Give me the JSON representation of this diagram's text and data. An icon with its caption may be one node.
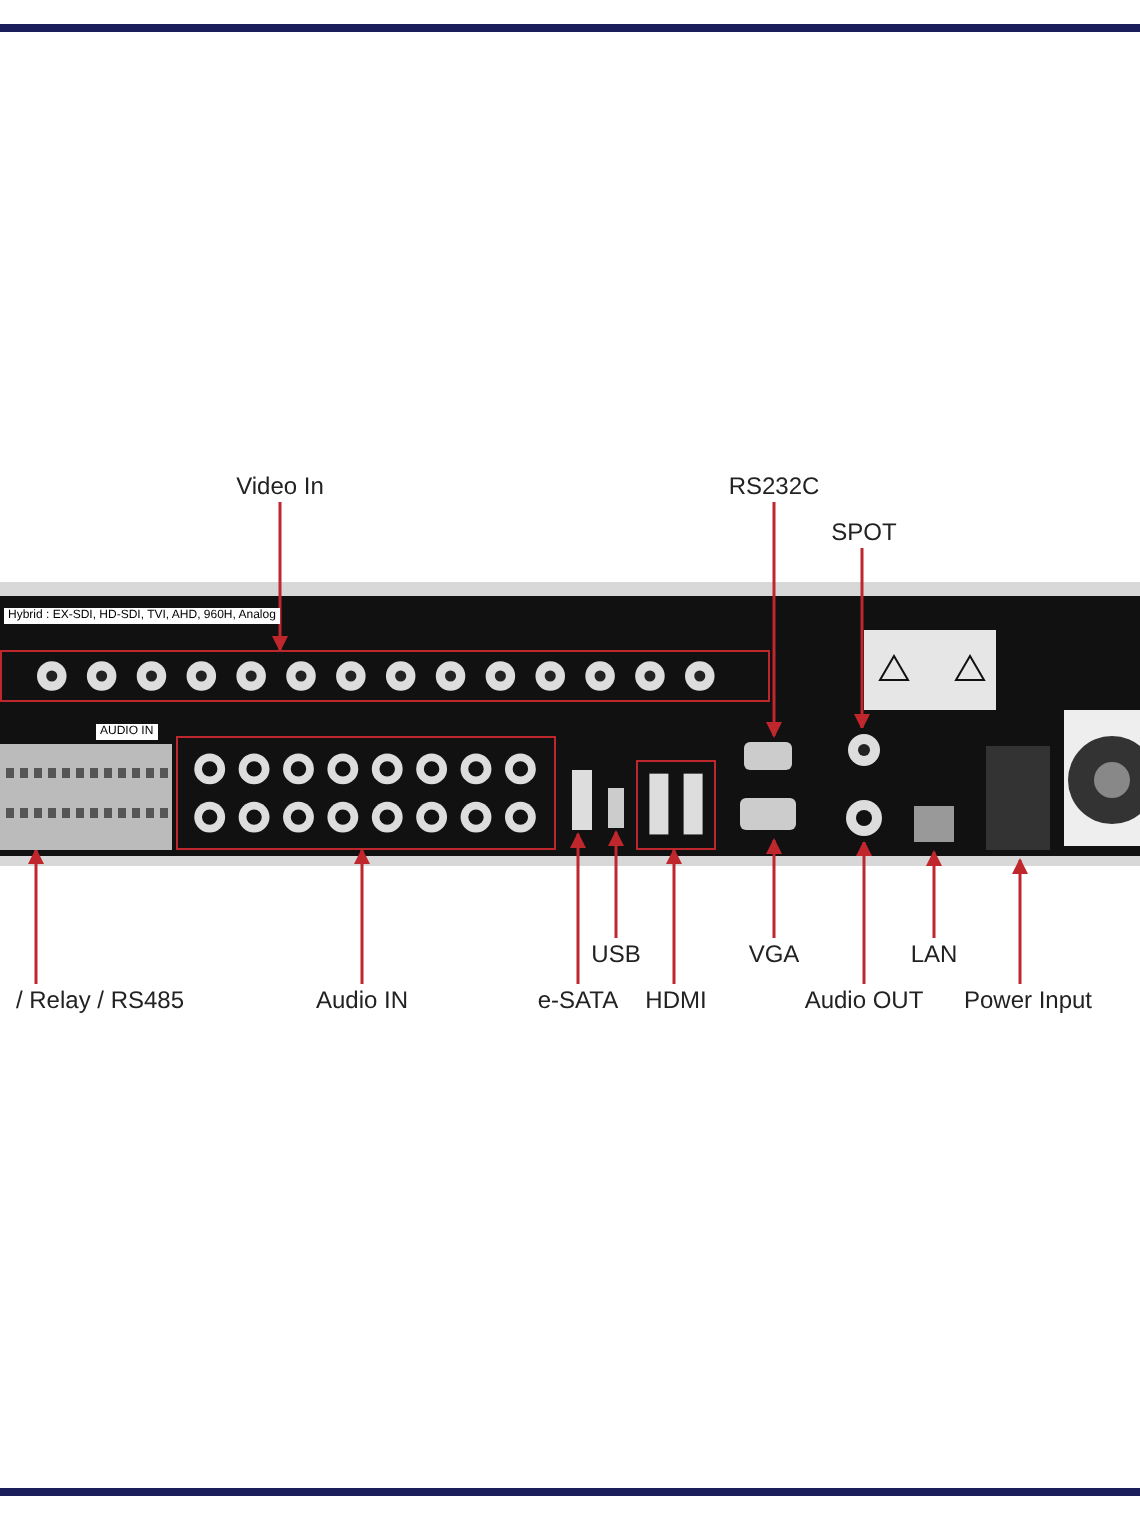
{
  "diagram": {
    "nodes": [
      {
        "text": [
          "Video In"
        ]
      },
      {
        "text": [
          "RS232C"
        ]
      },
      {
        "text": [
          "SPOT"
        ]
      },
      {
        "text": [],
        "shape": "box"
      },
      {
        "text": [],
        "shape": "box"
      },
      {
        "text": [],
        "shape": "circle"
      },
      {
        "text": [],
        "shape": "box"
      },
      {
        "text": [],
        "shape": "box"
      },
      {
        "text": [],
        "shape": "box"
      },
      {
        "text": [],
        "shape": "box"
      },
      {
        "text": [],
        "shape": "box"
      },
      {
        "text": [],
        "shape": "box"
      },
      {
        "text": [],
        "shape": "circle"
      },
      {
        "text": [],
        "shape": "box"
      },
      {
        "text": [],
        "shape": "box"
      },
      {
        "text": [
          "USB"
        ]
      },
      {
        "text": [
          "VGA"
        ]
      },
      {
        "text": [
          "LAN"
        ]
      },
      {
        "text": [
          "/ Relay / RS485"
        ]
      },
      {
        "text": [
          "Audio IN"
        ]
      },
      {
        "text": [
          "e-SATA"
        ]
      },
      {
        "text": [
          "HDMI"
        ]
      },
      {
        "text": [
          "Audio OUT"
        ]
      },
      {
        "text": [
          "Power Input"
        ]
      }
    ],
    "edges": [
      {
        "from": 0,
        "to": 3,
        "arrow": "to"
      },
      {
        "from": 1,
        "to": 4,
        "arrow": "to"
      },
      {
        "from": 2,
        "to": 5,
        "arrow": "to"
      },
      {
        "from": 18,
        "to": 6,
        "arrow": "to"
      },
      {
        "from": 19,
        "to": 7,
        "arrow": "to"
      },
      {
        "from": 20,
        "to": 8,
        "arrow": "to"
      },
      {
        "from": 15,
        "to": 9,
        "arrow": "to"
      },
      {
        "from": 21,
        "to": 10,
        "arrow": "to"
      },
      {
        "from": 16,
        "to": 11,
        "arrow": "to"
      },
      {
        "from": 22,
        "to": 12,
        "arrow": "to"
      },
      {
        "from": 17,
        "to": 13,
        "arrow": "to"
      },
      {
        "from": 23,
        "to": 14,
        "arrow": "to"
      }
    ],
    "labels": [
      "Hybrid : EX-SDI, HD-SDI, TVI, AHD, 960H, Analog",
      "AUDIO IN"
    ]
  }
}
